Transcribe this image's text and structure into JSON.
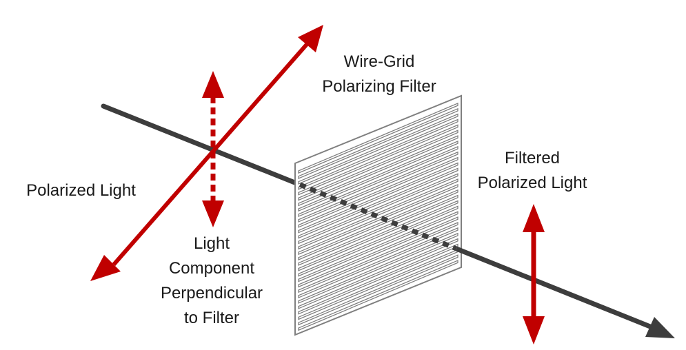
{
  "labels": {
    "filter": [
      "Wire-Grid",
      "Polarizing Filter"
    ],
    "polarized": [
      "Polarized Light"
    ],
    "filtered": [
      "Filtered",
      "Polarized Light"
    ],
    "component": [
      "Light",
      "Component",
      "Perpendicular",
      "to Filter"
    ]
  },
  "colors": {
    "beam": "#3d3d3d",
    "polarization": "#c00000",
    "filter_fill": "#ffffff",
    "filter_stroke": "#7f7f7f"
  },
  "filter": {
    "wire_count": 30
  },
  "icons": {
    "beam_head": "arrow-right-icon",
    "polarization_heads": "double-arrow-icon"
  }
}
